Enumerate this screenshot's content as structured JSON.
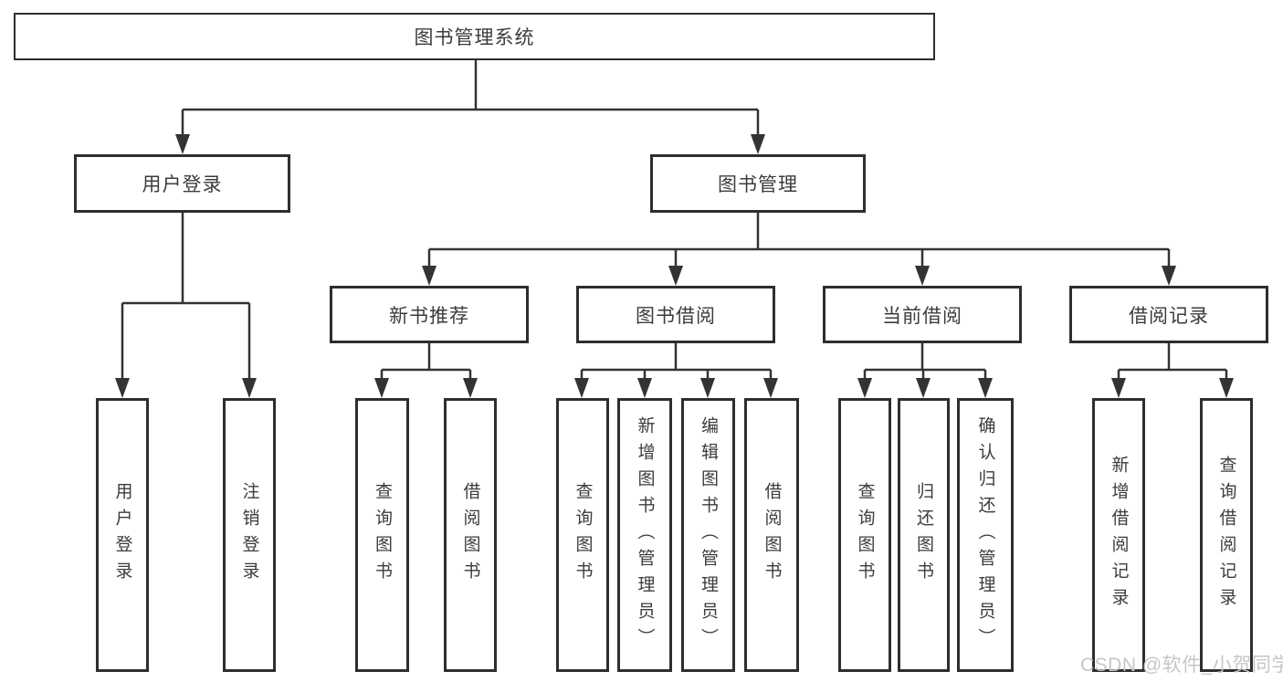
{
  "tree": {
    "label": "图书管理系统",
    "children": [
      {
        "label": "用户登录",
        "children": [
          {
            "label": "用户登录"
          },
          {
            "label": "注销登录"
          }
        ]
      },
      {
        "label": "图书管理",
        "children": [
          {
            "label": "新书推荐",
            "children": [
              {
                "label": "查询图书"
              },
              {
                "label": "借阅图书"
              }
            ]
          },
          {
            "label": "图书借阅",
            "children": [
              {
                "label": "查询图书"
              },
              {
                "label": "新增图书（管理员）"
              },
              {
                "label": "编辑图书（管理员）"
              },
              {
                "label": "借阅图书"
              }
            ]
          },
          {
            "label": "当前借阅",
            "children": [
              {
                "label": "查询图书"
              },
              {
                "label": "归还图书"
              },
              {
                "label": "确认归还（管理员）"
              }
            ]
          },
          {
            "label": "借阅记录",
            "children": [
              {
                "label": "新增借阅记录"
              },
              {
                "label": "查询借阅记录"
              }
            ]
          }
        ]
      }
    ]
  },
  "watermark": {
    "text": "CSDN @软件_小贺同学"
  },
  "colors": {
    "background": "#ffffff",
    "box_border": "#2e2e2e",
    "line": "#333333",
    "text": "#3c3c3c",
    "watermark": "#c6c6c6"
  }
}
